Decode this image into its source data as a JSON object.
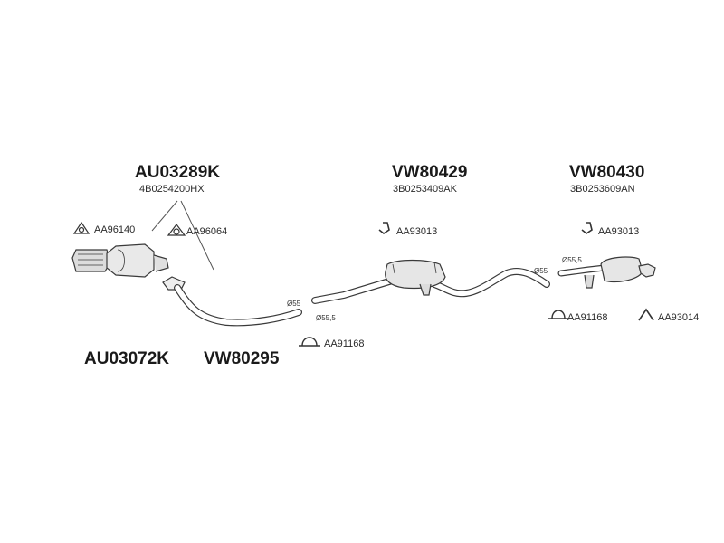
{
  "groups": {
    "catalytic_converter": {
      "part_number": "AU03289K",
      "oem_number": "4B0254200HX"
    },
    "front_pipe_left": {
      "part_number": "AU03072K"
    },
    "front_pipe_right": {
      "part_number": "VW80295"
    },
    "middle_silencer": {
      "part_number": "VW80429",
      "oem_number": "3B0253409AK"
    },
    "rear_silencer": {
      "part_number": "VW80430",
      "oem_number": "3B0253609AN"
    }
  },
  "accessories": {
    "gasket_1": "AA96140",
    "gasket_2": "AA96064",
    "clamp_1": "AA91168",
    "hanger_middle": "AA93013",
    "hanger_rear": "AA93013",
    "clamp_rear": "AA91168",
    "bracket_rear": "AA93014"
  },
  "dimensions": {
    "pipe_end_front": "Ø55",
    "pipe_start_middle": "Ø55,5",
    "pipe_end_middle": "Ø55",
    "pipe_start_rear": "Ø55,5"
  },
  "colors": {
    "line": "#3a3a3a",
    "text": "#1a1a1a",
    "background": "#ffffff"
  }
}
